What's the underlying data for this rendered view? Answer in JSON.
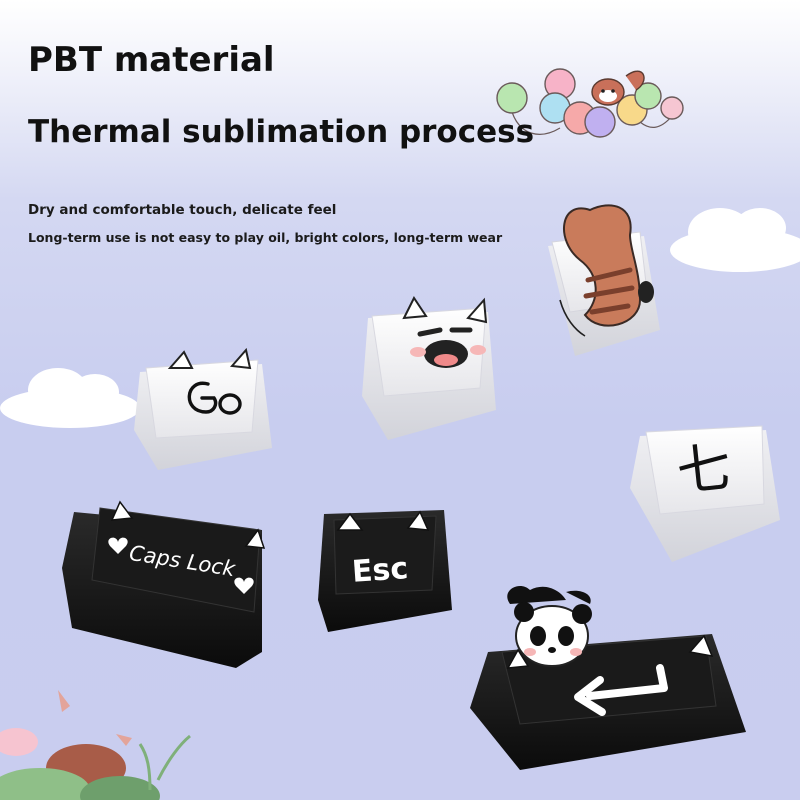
{
  "headline": {
    "line1": "PBT material",
    "line2": "Thermal sublimation process"
  },
  "features": [
    "Dry and comfortable touch, delicate feel",
    "Long-term use is not easy to play oil, bright colors, long-term wear"
  ],
  "keycaps": {
    "caps_lock": "Caps Lock",
    "esc": "Esc",
    "seven": "七"
  },
  "colors": {
    "background": "#c9cdef",
    "keycap_black": "#121212",
    "keycap_white": "#f4f4f4",
    "red_panda": "#c97b5b"
  }
}
